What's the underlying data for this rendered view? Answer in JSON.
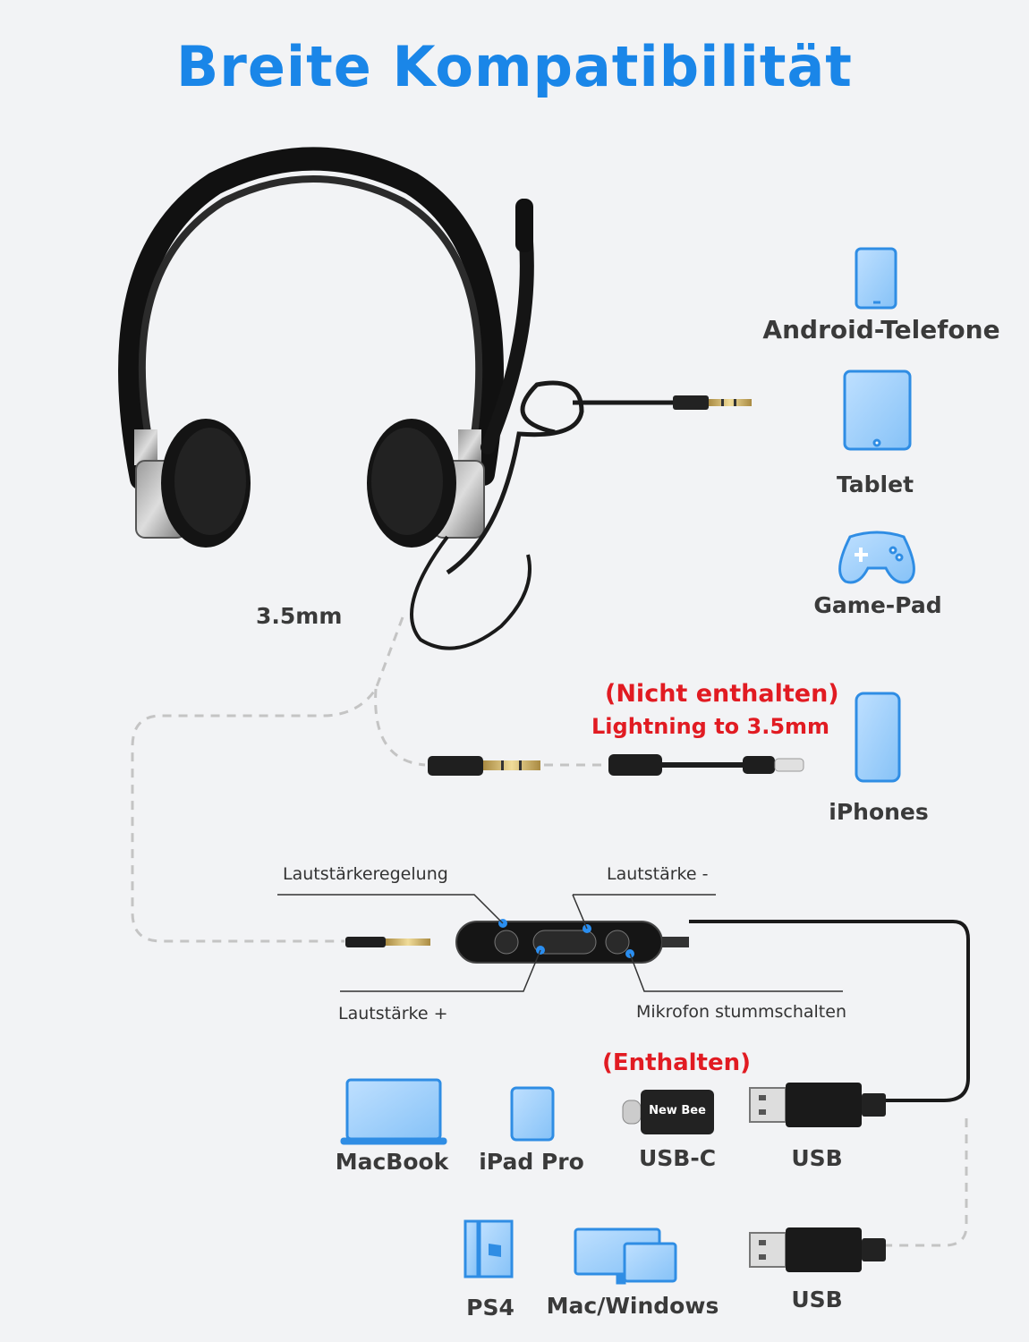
{
  "title": "Breite Kompatibilität",
  "jack_label": "3.5mm",
  "devices_right": {
    "android": "Android-Telefone",
    "tablet": "Tablet",
    "gamepad": "Game-Pad",
    "iphones": "iPhones"
  },
  "adapter": {
    "not_included": "(Nicht enthalten)",
    "name": "Lightning to 3.5mm"
  },
  "controls": {
    "volume_control": "Lautstärkeregelung",
    "volume_down": "Lautstärke -",
    "volume_up": "Lautstärke +",
    "mic_mute": "Mikrofon stummschalten"
  },
  "included": "(Enthalten)",
  "usbc_brand": "New Bee",
  "bottom_devices": {
    "macbook": "MacBook",
    "ipad_pro": "iPad Pro",
    "usb_c": "USB-C",
    "usb_top": "USB",
    "ps4": "PS4",
    "mac_windows": "Mac/Windows",
    "usb_bottom": "USB"
  },
  "colors": {
    "accent_blue": "#1a86e8",
    "device_blue": "#2f8de4",
    "red": "#e11b22"
  }
}
